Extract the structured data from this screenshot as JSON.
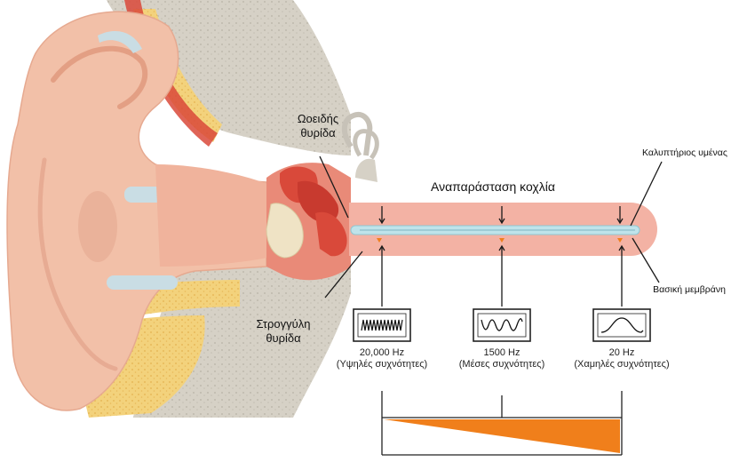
{
  "diagram": {
    "oval_window_label": [
      "Ωοειδής",
      "θυρίδα"
    ],
    "round_window_label": [
      "Στρογγύλη",
      "θυρίδα"
    ],
    "cochlea_title": "Αναπαράσταση κοχλία",
    "tectorial_membrane_label": "Καλυπτήριος υμένας",
    "basilar_membrane_label": "Βασική μεμβράνη",
    "frequencies": [
      {
        "hz": "20,000 Hz",
        "desc": "(Υψηλές συχνότητες)",
        "waveform": "high-frequency"
      },
      {
        "hz": "1500 Hz",
        "desc": "(Μέσες συχνότητες)",
        "waveform": "medium-frequency"
      },
      {
        "hz": "20 Hz",
        "desc": "(Χαμηλές συχνότητες)",
        "waveform": "low-frequency"
      }
    ],
    "colors": {
      "skin": "#f2c0a8",
      "cochlea": "#f3b2a4",
      "membrane": "#bfe3ea",
      "bone": "#d9d5cc",
      "fat": "#f3d27c",
      "tissue_red": "#d9493a",
      "gradient_orange": "#f07f1b"
    }
  }
}
